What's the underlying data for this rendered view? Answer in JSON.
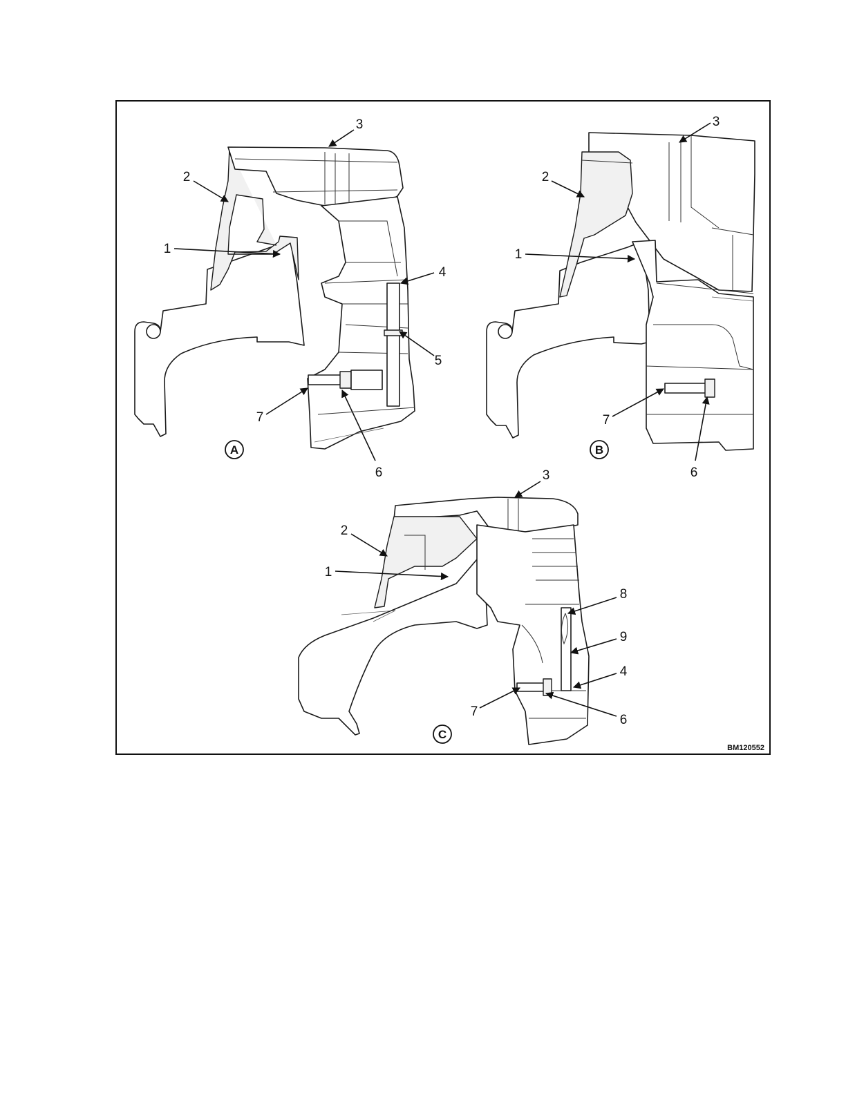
{
  "figure": {
    "id_label": "BM120552",
    "views": [
      {
        "letter": "A",
        "callouts": [
          "1",
          "2",
          "3",
          "4",
          "5",
          "6",
          "7"
        ]
      },
      {
        "letter": "B",
        "callouts": [
          "1",
          "2",
          "3",
          "6",
          "7"
        ]
      },
      {
        "letter": "C",
        "callouts": [
          "1",
          "2",
          "3",
          "4",
          "6",
          "7",
          "8",
          "9"
        ]
      }
    ]
  },
  "colors": {
    "line": "#111111",
    "paper": "#ffffff",
    "shade": "#f1f1f1"
  }
}
